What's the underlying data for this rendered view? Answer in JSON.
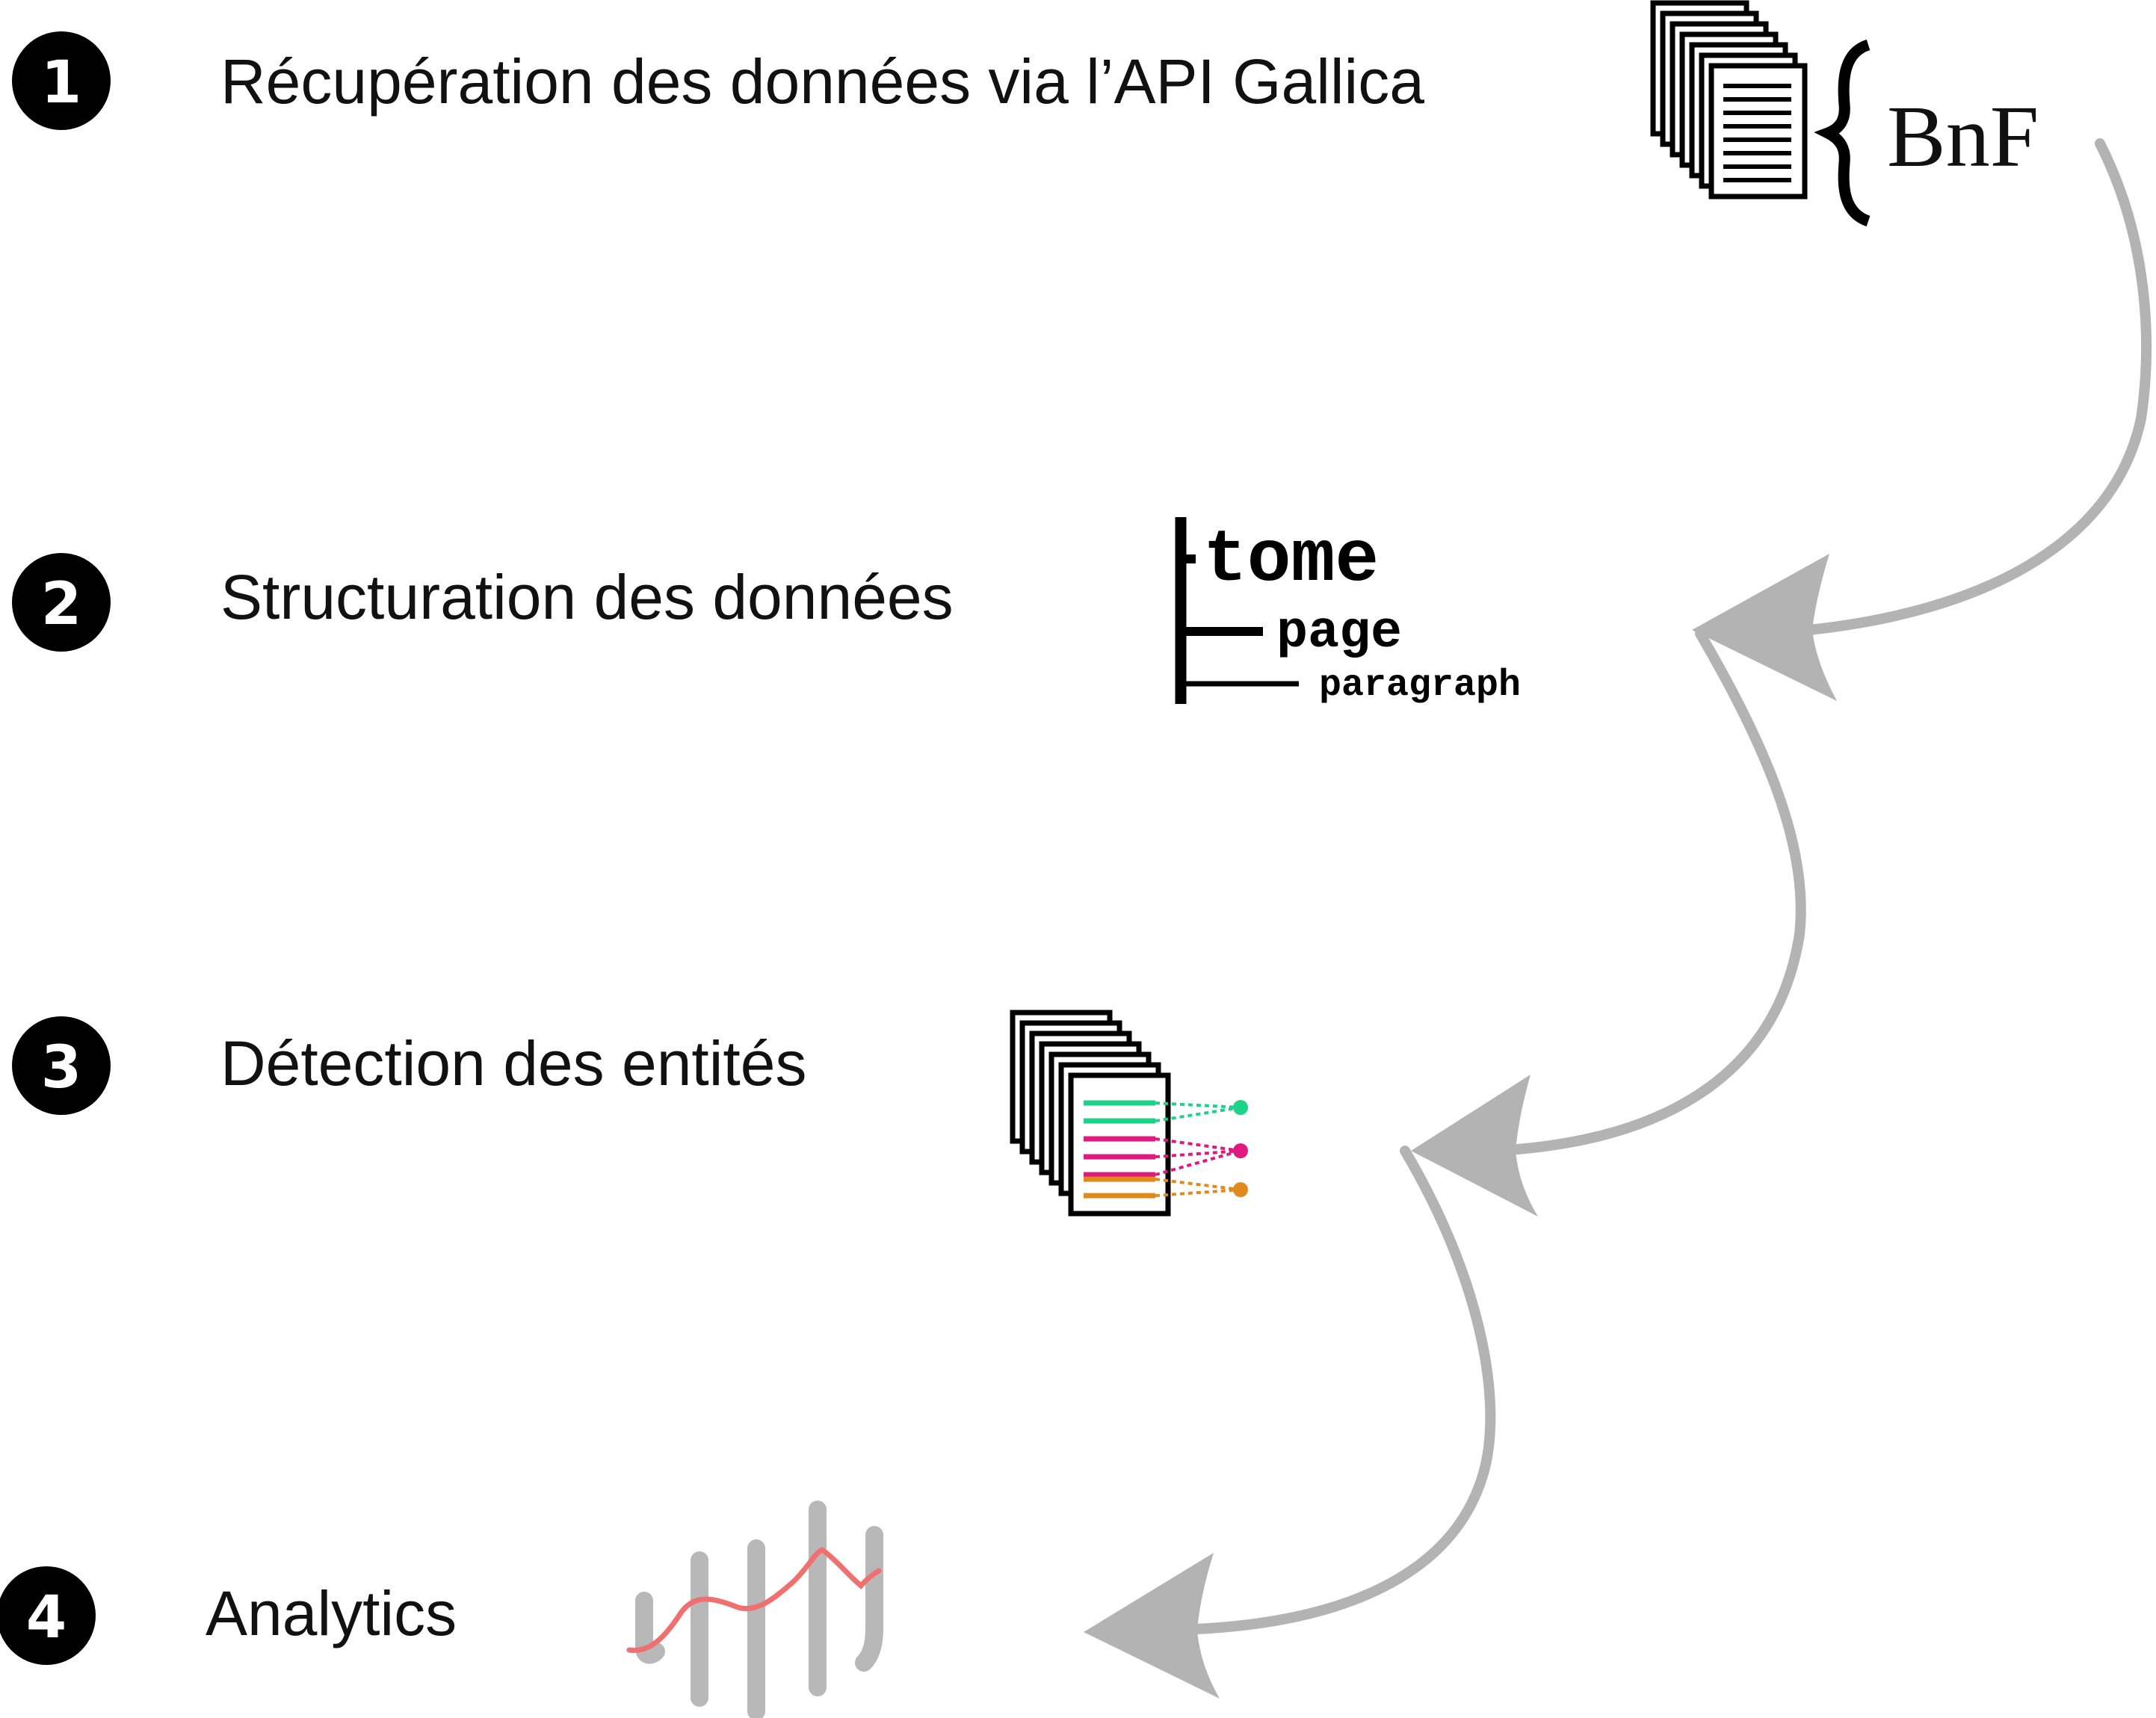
{
  "steps": [
    {
      "number": "1",
      "label": "Récupération des données via l’API Gallica"
    },
    {
      "number": "2",
      "label": "Structuration des données"
    },
    {
      "number": "3",
      "label": "Détection des entités"
    },
    {
      "number": "4",
      "label": "Analytics"
    }
  ],
  "bnf_logo": {
    "text": "BnF"
  },
  "hierarchy": {
    "level1": "tome",
    "level2": "page",
    "level3": "paragraph"
  },
  "colors": {
    "arrow": "#b3b3b3",
    "entity_green": "#1fd28a",
    "entity_pink": "#e0197f",
    "entity_orange": "#e08a1e",
    "analytics_line": "#f07070",
    "analytics_bars": "#b8b8b8"
  },
  "icons": [
    "number-badge-icon",
    "document-stack-icon",
    "bnf-logo",
    "hierarchy-tree-icon",
    "entity-detection-icon",
    "analytics-chart-icon",
    "flow-arrow-icon"
  ]
}
